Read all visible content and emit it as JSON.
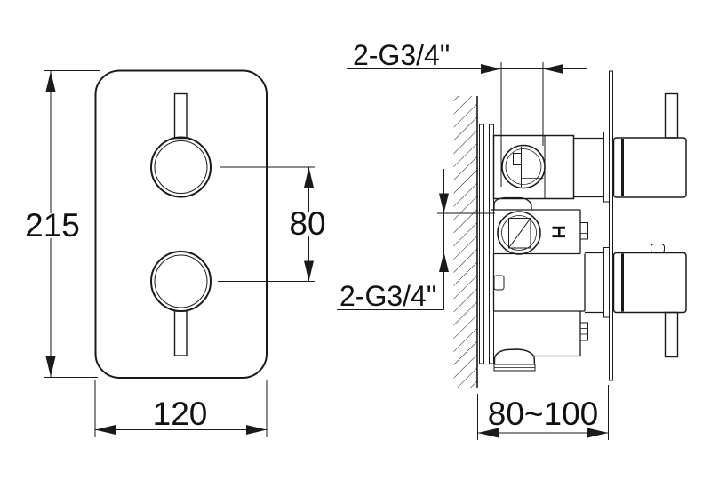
{
  "drawing": {
    "front_view": {
      "dim_height": "215",
      "dim_knob_spacing": "80",
      "dim_width": "120"
    },
    "side_view": {
      "thread_top": "2-G3/4\"",
      "thread_mid": "2-G3/4\"",
      "dim_depth": "80~100",
      "valve_marking": "H"
    },
    "colors": {
      "line": "#1a1a1a",
      "background": "#ffffff"
    }
  }
}
